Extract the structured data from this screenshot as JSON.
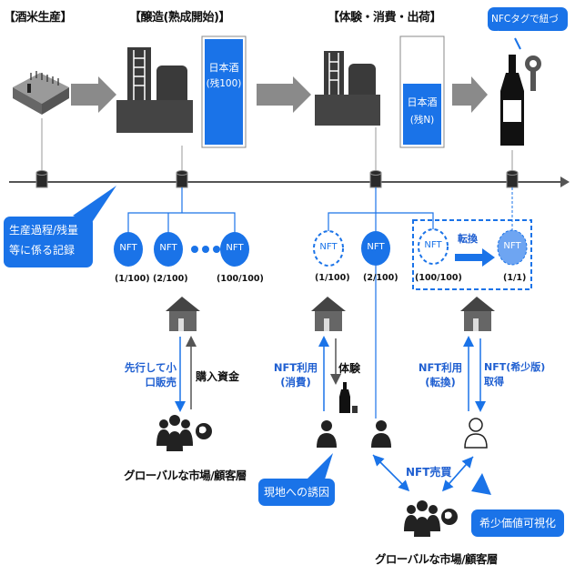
{
  "stages": {
    "rice": "【酒米生産】",
    "brew": "【醸造(熟成開始)】",
    "experience": "【体験・消費・出荷】"
  },
  "nfc_label": "NFCタグで紐づけ",
  "tank_full": {
    "name": "日本酒",
    "remaining": "(残100)"
  },
  "tank_partial": {
    "name": "日本酒",
    "remaining": "(残N)"
  },
  "record_bubble": "生産過程/残量等に係る記録",
  "nft_label": "NFT",
  "group1_counts": [
    "(1/100)",
    "(2/100)",
    "(100/100)"
  ],
  "group2_counts": [
    "(1/100)",
    "(2/100)",
    "(100/100)"
  ],
  "single_count": "(1/1)",
  "transfer_label": "転換",
  "left_flow": {
    "presale": "先行して小口販売",
    "funds": "購入資金",
    "market": "グローバルな市場/顧客層"
  },
  "mid_flow": {
    "use_consume": "NFT利用(消費)",
    "experience": "体験",
    "invite_bubble": "現地への誘因"
  },
  "right_flow": {
    "use_transfer": "NFT利用(転換)",
    "acquire": "NFT(希少版)取得"
  },
  "trade": "NFT売買",
  "rarity_bubble": "希少価値可視化",
  "bottom_market": "グローバルな市場/顧客層",
  "colors": {
    "accent": "#1a73e8",
    "nft": "#1a73e8",
    "nft_light": "#5b9bf0",
    "dark": "#444444"
  }
}
